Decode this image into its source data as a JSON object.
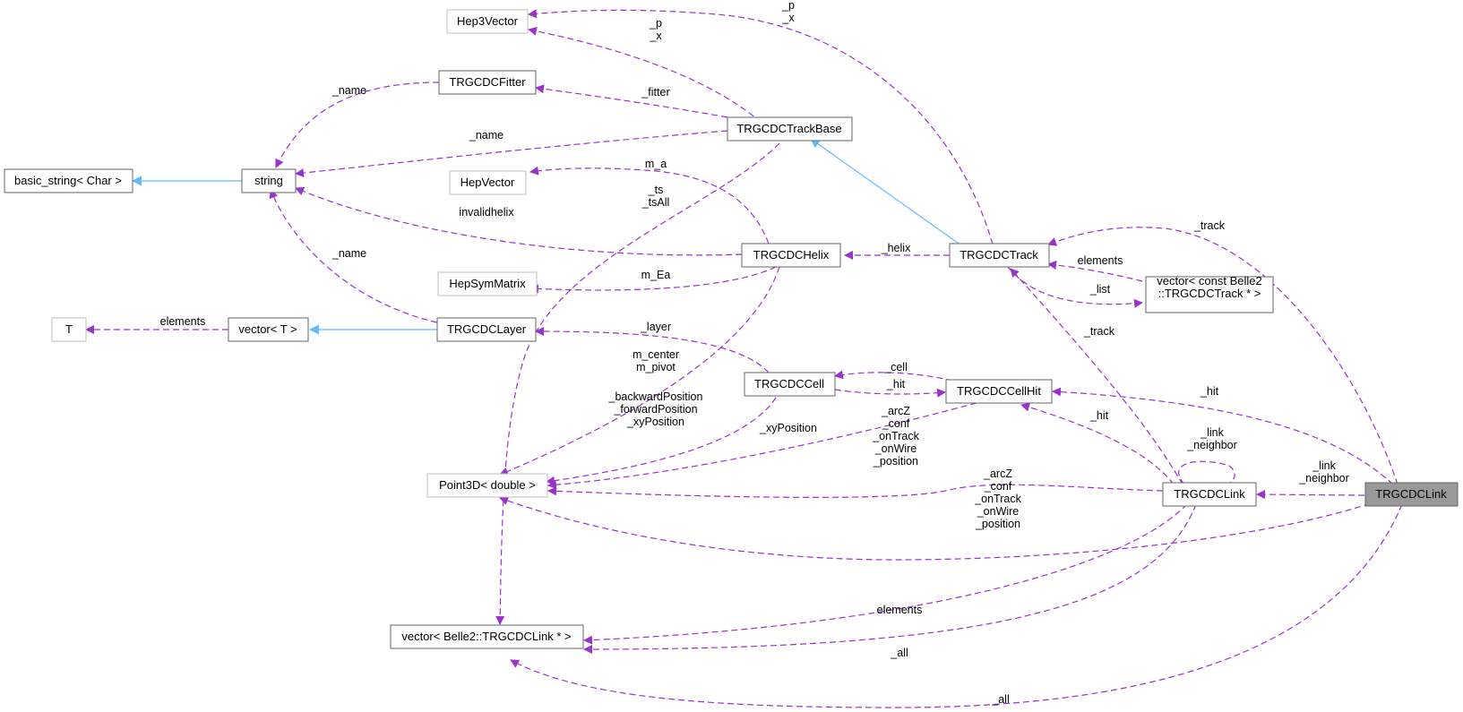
{
  "colors": {
    "member_edge": "#9a32cd",
    "inherit_edge": "#63b8ff",
    "node_border": "#666666",
    "muted_border": "#bfbfbf",
    "focus_fill": "#999999"
  },
  "nodes": [
    {
      "id": "hep3vector",
      "label": [
        "Hep3Vector"
      ],
      "style": "muted"
    },
    {
      "id": "trgcdcfitter",
      "label": [
        "TRGCDCFitter"
      ],
      "style": "normal"
    },
    {
      "id": "basic_string",
      "label": [
        "basic_string< Char >"
      ],
      "style": "normal"
    },
    {
      "id": "string",
      "label": [
        "string"
      ],
      "style": "normal"
    },
    {
      "id": "trgcdctrackbase",
      "label": [
        "TRGCDCTrackBase"
      ],
      "style": "normal"
    },
    {
      "id": "hepvector",
      "label": [
        "HepVector"
      ],
      "style": "muted"
    },
    {
      "id": "trgcdchelix",
      "label": [
        "TRGCDCHelix"
      ],
      "style": "normal"
    },
    {
      "id": "trgcdctrack",
      "label": [
        "TRGCDCTrack"
      ],
      "style": "normal"
    },
    {
      "id": "vector_const_track",
      "label": [
        "vector< const Belle2",
        "::TRGCDCTrack * >"
      ],
      "style": "normal"
    },
    {
      "id": "hepsymmatrix",
      "label": [
        "HepSymMatrix"
      ],
      "style": "muted"
    },
    {
      "id": "t",
      "label": [
        "T"
      ],
      "style": "muted"
    },
    {
      "id": "vector_t",
      "label": [
        "vector< T >"
      ],
      "style": "normal"
    },
    {
      "id": "trgcdclayer",
      "label": [
        "TRGCDCLayer"
      ],
      "style": "normal"
    },
    {
      "id": "trgcdccell",
      "label": [
        "TRGCDCCell"
      ],
      "style": "normal"
    },
    {
      "id": "trgcdccellhit",
      "label": [
        "TRGCDCCellHit"
      ],
      "style": "normal"
    },
    {
      "id": "point3d",
      "label": [
        "Point3D< double >"
      ],
      "style": "muted"
    },
    {
      "id": "trgcdclink",
      "label": [
        "TRGCDCLink"
      ],
      "style": "normal"
    },
    {
      "id": "trgcdclink_focus",
      "label": [
        "TRGCDCLink"
      ],
      "style": "focus"
    },
    {
      "id": "vector_link",
      "label": [
        "vector< Belle2::TRGCDCLink * >"
      ],
      "style": "normal"
    }
  ],
  "edge_labels": [
    {
      "id": "hep3vector_p_x_track",
      "lines": [
        "_p",
        "_x"
      ]
    },
    {
      "id": "hep3vector_p_x_base",
      "lines": [
        "_p",
        "_x"
      ]
    },
    {
      "id": "fitter_name",
      "lines": [
        "_name"
      ]
    },
    {
      "id": "fitter_fitter",
      "lines": [
        "_fitter"
      ]
    },
    {
      "id": "base_name",
      "lines": [
        "_name"
      ]
    },
    {
      "id": "helix_ma",
      "lines": [
        "m_a"
      ]
    },
    {
      "id": "base_ts",
      "lines": [
        "_ts",
        "_tsAll"
      ]
    },
    {
      "id": "helix_invalidhelix",
      "lines": [
        "invalidhelix"
      ]
    },
    {
      "id": "track_helix",
      "lines": [
        "_helix"
      ]
    },
    {
      "id": "track_elements",
      "lines": [
        "elements"
      ]
    },
    {
      "id": "track_list",
      "lines": [
        "_list"
      ]
    },
    {
      "id": "focus_track",
      "lines": [
        "_track"
      ]
    },
    {
      "id": "layer_name",
      "lines": [
        "_name"
      ]
    },
    {
      "id": "helix_mea",
      "lines": [
        "m_Ea"
      ]
    },
    {
      "id": "vector_t_elements",
      "lines": [
        "elements"
      ]
    },
    {
      "id": "cell_layer",
      "lines": [
        "_layer"
      ]
    },
    {
      "id": "link_track",
      "lines": [
        "_track"
      ]
    },
    {
      "id": "helix_center_pivot",
      "lines": [
        "m_center",
        "m_pivot"
      ]
    },
    {
      "id": "cellhit_cell",
      "lines": [
        "_cell"
      ]
    },
    {
      "id": "cell_hit",
      "lines": [
        "_hit"
      ]
    },
    {
      "id": "focus_hit",
      "lines": [
        "_hit"
      ]
    },
    {
      "id": "cell_positions",
      "lines": [
        "_backwardPosition",
        "_forwardPosition",
        "_xyPosition"
      ]
    },
    {
      "id": "link_hit",
      "lines": [
        "_hit"
      ]
    },
    {
      "id": "link_link_neighbor",
      "lines": [
        "_link",
        "_neighbor"
      ]
    },
    {
      "id": "cellhit_xyposition",
      "lines": [
        "_xyPosition"
      ]
    },
    {
      "id": "link_point3d",
      "lines": [
        "_arcZ",
        "_conf",
        "_onTrack",
        "_onWire",
        "_position"
      ]
    },
    {
      "id": "focus_link_neighbor",
      "lines": [
        "_link",
        "_neighbor"
      ]
    },
    {
      "id": "focus_point3d",
      "lines": [
        "_arcZ",
        "_conf",
        "_onTrack",
        "_onWire",
        "_position"
      ]
    },
    {
      "id": "link_elements",
      "lines": [
        "elements"
      ]
    },
    {
      "id": "link_all",
      "lines": [
        "_all"
      ]
    },
    {
      "id": "focus_all",
      "lines": [
        "_all"
      ]
    }
  ]
}
